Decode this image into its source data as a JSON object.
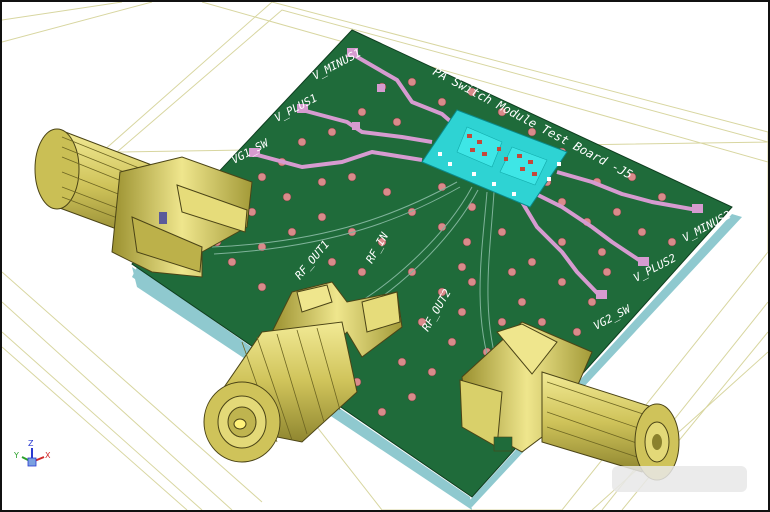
{
  "board": {
    "title": "PA Switch Module Test Board -J5",
    "labels": {
      "vg1_sw": "VG1_SW",
      "v_plus1": "V_PLUS1",
      "v_minus1": "V_MINUS1",
      "v_minus2": "V_MINUS2",
      "v_plus2": "V_PLUS2",
      "vg2_sw": "VG2_SW",
      "rf_out1": "RF_OUT1",
      "rf_in": "RF_IN",
      "rf_out2": "RF_OUT2"
    }
  },
  "axes": {
    "x": "X",
    "y": "Y",
    "z": "Z"
  },
  "colors": {
    "board": "#1f6b3a",
    "trace": "#d69bd0",
    "chip": "#2ed3d3",
    "connector": "#d9d06a",
    "shadow": "#8fc9cf"
  },
  "icons": [
    "axis-triad-icon"
  ]
}
